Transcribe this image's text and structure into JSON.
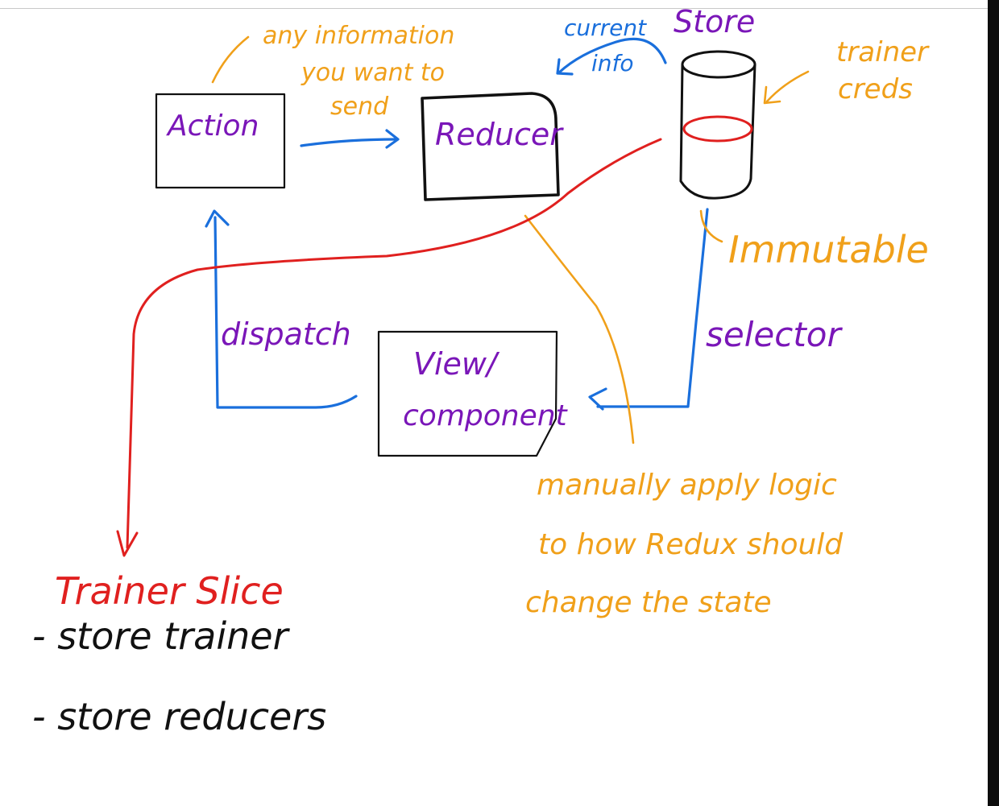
{
  "nodes": {
    "action": "Action",
    "reducer": "Reducer",
    "store": "Store",
    "view_line1": "View/",
    "view_line2": "component"
  },
  "annotations": {
    "action_note_line1": "any information",
    "action_note_line2": "you want to",
    "action_note_line3": "send",
    "current_info_line1": "current",
    "current_info_line2": "info",
    "trainer_creds_line1": "trainer",
    "trainer_creds_line2": "creds",
    "immutable": "Immutable",
    "selector": "selector",
    "dispatch": "dispatch",
    "reducer_note_line1": "manually apply logic",
    "reducer_note_line2": "to how Redux should",
    "reducer_note_line3": "change the state"
  },
  "trainer_slice": {
    "title": "Trainer Slice",
    "items": [
      "- store trainer",
      "- store reducers"
    ]
  },
  "colors": {
    "node_text": "#7a16b8",
    "note_orange": "#f0a01a",
    "flow_blue": "#1a6fdc",
    "slice_red": "#e0201f",
    "ink_black": "#111111"
  }
}
